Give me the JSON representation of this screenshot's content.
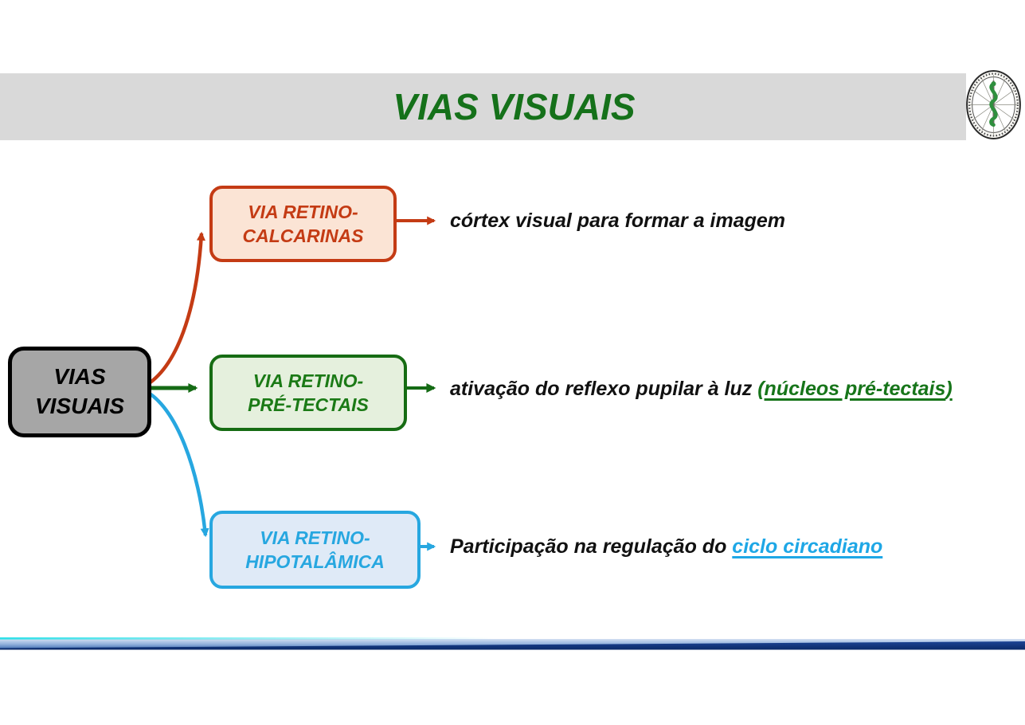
{
  "header": {
    "title": "VIAS VISUAIS",
    "bar_color": "#d9d9d9",
    "title_color": "#15711a"
  },
  "diagram": {
    "root": {
      "line1": "VIAS",
      "line2": "VISUAIS",
      "fill": "#a6a6a6",
      "border": "#000000"
    },
    "branches": [
      {
        "name": "via-retino-calcarinas",
        "line1": "VIA RETINO-",
        "line2": "CALCARINAS",
        "accent": "#c43b14",
        "fill": "#fbe4d5",
        "description": {
          "before": "córtex visual para formar a imagem"
        }
      },
      {
        "name": "via-retino-pre-tectais",
        "line1": "VIA RETINO-",
        "line2": "PRÉ-TECTAIS",
        "accent": "#166c13",
        "fill": "#e5f0dd",
        "description": {
          "before": "ativação do reflexo pupilar à luz ",
          "paren_open": "(",
          "link": "núcleos pré-tectais",
          "paren_close": ")"
        }
      },
      {
        "name": "via-retino-hipotalamica",
        "line1": "VIA RETINO-",
        "line2": "HIPOTALÂMICA",
        "accent": "#27a7e0",
        "fill": "#dfeaf7",
        "description": {
          "before": "Participação na regulação do ",
          "link": "ciclo circadiano"
        }
      }
    ]
  },
  "footer": {
    "bar_colors": [
      "#2fe0e8",
      "#d3dff2",
      "#93b2dd",
      "#3f6cb0",
      "#1d4494",
      "#0a2a69"
    ]
  }
}
